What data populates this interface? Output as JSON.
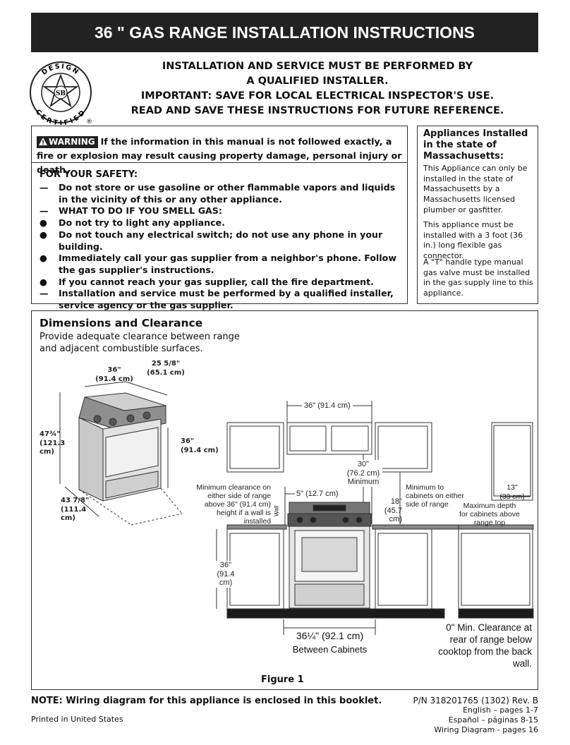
{
  "title": "36 \" GAS RANGE INSTALLATION INSTRUCTIONS",
  "seal": {
    "top_text": "DESIGN",
    "bottom_text": "CERTIFIED",
    "center": "SB",
    "mark": "®"
  },
  "header": {
    "lines": [
      "INSTALLATION AND SERVICE MUST BE PERFORMED BY",
      "A QUALIFIED INSTALLER.",
      "IMPORTANT: SAVE FOR LOCAL ELECTRICAL INSPECTOR'S USE.",
      "READ AND SAVE THESE INSTRUCTIONS FOR FUTURE REFERENCE."
    ]
  },
  "warning": {
    "badge": "WARNING",
    "icon": "warning-triangle-icon",
    "text": "If the information in this manual is not followed exactly, a fire or explosion may result causing property damage, personal injury or death."
  },
  "safety": {
    "title": "FOR YOUR SAFETY:",
    "items": [
      {
        "mark": "—",
        "text": "Do not store or use gasoline or other flammable vapors and liquids in the vicinity of this or any other appliance."
      },
      {
        "mark": "—",
        "text": "WHAT TO DO IF YOU SMELL GAS:"
      },
      {
        "mark": "●",
        "text": "Do not try to light any appliance."
      },
      {
        "mark": "●",
        "text": "Do not touch any electrical switch; do not use any phone in your building."
      },
      {
        "mark": "●",
        "text": "Immediately call your gas supplier from a neighbor's phone.  Follow the gas supplier's instructions."
      },
      {
        "mark": "●",
        "text": "If you cannot reach your gas supplier, call the fire department."
      },
      {
        "mark": "—",
        "text": "Installation and service must be performed by a qualified installer, service agency or the gas supplier."
      }
    ]
  },
  "massachusetts": {
    "title": "Appliances Installed in the state of Massachusetts:",
    "paragraphs": [
      "This Appliance can only be installed in the state of Massachusetts by a Massachusetts licensed plumber or gasfitter.",
      "This appliance must be installed with a 3 foot (36 in.) long flexible gas connector.",
      "A \"T\" handle type manual gas valve must be installed in the gas supply line to this appliance."
    ]
  },
  "dimensions": {
    "title": "Dimensions and Clearance",
    "subtitle": "Provide adequate clearance between range and adjacent combustible surfaces.",
    "figure_label": "Figure 1",
    "range": {
      "width": "36\"",
      "width_cm": "(91.4 cm)",
      "depth": "25 5/8\"",
      "depth_cm": "(65.1 cm)",
      "height_back": "47¾\"",
      "height_back_cm": "(121.3 cm)",
      "height": "36\"",
      "height_cm": "(91.4 cm)",
      "depth_door": "43 7/8\"",
      "depth_door_cm": "(111.4 cm)"
    },
    "clearance": {
      "top_width": "36\" (91.4 cm)",
      "above_top": "30\"",
      "above_cm": "(76.2 cm)",
      "above_label": "Minimum",
      "side_min": "Minimum clearance on either side of range above 36\" (91.4 cm) height if a wall is installed",
      "wall": "Wall",
      "five_in": "5\" (12.7 cm)",
      "eighteen": "18\"",
      "eighteen_cm": "(45.7 cm)",
      "cabinet_min": "Minimum to cabinets on either side of range",
      "thirteen": "13\"",
      "thirteen_cm": "(33 cm)",
      "max_depth": "Maximum depth for cabinets above range top",
      "base_height": "36\"",
      "base_height_cm": "(91.4 cm)",
      "between_dim": "36¼\" (92.1 cm)",
      "between_label": "Between Cabinets",
      "rear_note": "0\" Min. Clearance at rear of range below cooktop from the back wall."
    }
  },
  "footer": {
    "note": "NOTE: Wiring diagram for this appliance is enclosed in this booklet.",
    "printed": "Printed in United States",
    "pn": "P/N 318201765 (1302) Rev. B",
    "pages": [
      "English – pages 1-7",
      "Español – páginas 8-15",
      "Wiring Diagram - pages 16"
    ]
  }
}
